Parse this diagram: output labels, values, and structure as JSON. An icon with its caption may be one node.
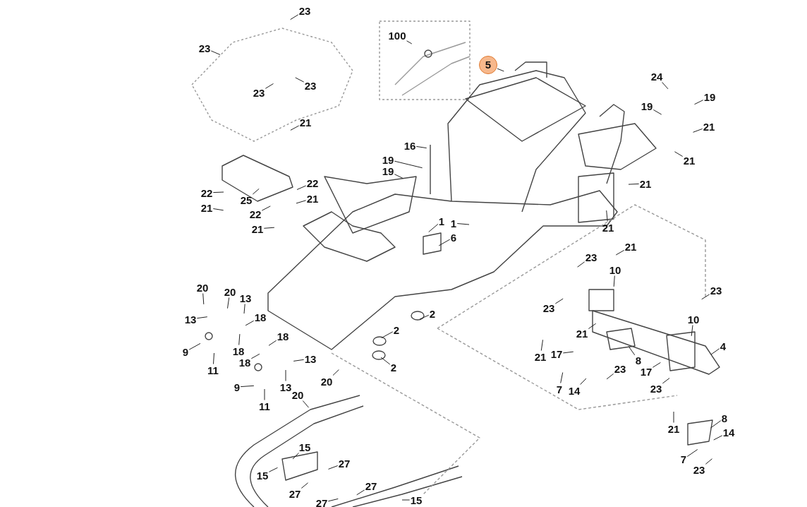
{
  "diagram": {
    "nodes": [
      {
        "text": [
          "23"
        ]
      },
      {
        "text": [
          "23"
        ]
      },
      {
        "text": [
          "23"
        ]
      },
      {
        "text": [
          "23"
        ]
      },
      {
        "text": [
          "21"
        ]
      },
      {
        "text": [
          "22"
        ]
      },
      {
        "text": [
          "21"
        ]
      },
      {
        "text": [
          "25"
        ]
      },
      {
        "text": [
          "22"
        ]
      },
      {
        "text": [
          "21"
        ]
      },
      {
        "text": [
          "22"
        ]
      },
      {
        "text": [
          "21"
        ]
      },
      {
        "text": [
          "100"
        ]
      },
      {
        "text": [
          "5"
        ]
      },
      {
        "text": [
          "24"
        ]
      },
      {
        "text": [
          "19"
        ]
      },
      {
        "text": [
          "19"
        ]
      },
      {
        "text": [
          "21"
        ]
      },
      {
        "text": [
          "21"
        ]
      },
      {
        "text": [
          "21"
        ]
      },
      {
        "text": [
          "21"
        ]
      },
      {
        "text": [
          "16"
        ]
      },
      {
        "text": [
          "19"
        ]
      },
      {
        "text": [
          "19"
        ]
      },
      {
        "text": [
          "1"
        ]
      },
      {
        "text": [
          "1"
        ]
      },
      {
        "text": [
          "6"
        ]
      },
      {
        "text": [
          "23"
        ]
      },
      {
        "text": [
          "21"
        ]
      },
      {
        "text": [
          "10"
        ]
      },
      {
        "text": [
          "23"
        ]
      },
      {
        "text": [
          "23"
        ]
      },
      {
        "text": [
          "10"
        ]
      },
      {
        "text": [
          "4"
        ]
      },
      {
        "text": [
          "21"
        ]
      },
      {
        "text": [
          "8"
        ]
      },
      {
        "text": [
          "21"
        ]
      },
      {
        "text": [
          "17"
        ]
      },
      {
        "text": [
          "17"
        ]
      },
      {
        "text": [
          "7"
        ]
      },
      {
        "text": [
          "14"
        ]
      },
      {
        "text": [
          "23"
        ]
      },
      {
        "text": [
          "23"
        ]
      },
      {
        "text": [
          "21"
        ]
      },
      {
        "text": [
          "8"
        ]
      },
      {
        "text": [
          "14"
        ]
      },
      {
        "text": [
          "7"
        ]
      },
      {
        "text": [
          "23"
        ]
      },
      {
        "text": [
          "20"
        ]
      },
      {
        "text": [
          "20"
        ]
      },
      {
        "text": [
          "13"
        ]
      },
      {
        "text": [
          "13"
        ]
      },
      {
        "text": [
          "18"
        ]
      },
      {
        "text": [
          "9"
        ]
      },
      {
        "text": [
          "18"
        ]
      },
      {
        "text": [
          "11"
        ]
      },
      {
        "text": [
          "18"
        ]
      },
      {
        "text": [
          "18"
        ]
      },
      {
        "text": [
          "13"
        ]
      },
      {
        "text": [
          "9"
        ]
      },
      {
        "text": [
          "13"
        ]
      },
      {
        "text": [
          "20"
        ]
      },
      {
        "text": [
          "20"
        ]
      },
      {
        "text": [
          "11"
        ]
      },
      {
        "text": [
          "2"
        ]
      },
      {
        "text": [
          "2"
        ]
      },
      {
        "text": [
          "2"
        ]
      },
      {
        "text": [
          "15"
        ]
      },
      {
        "text": [
          "15"
        ]
      },
      {
        "text": [
          "27"
        ]
      },
      {
        "text": [
          "27"
        ]
      },
      {
        "text": [
          "27"
        ]
      },
      {
        "text": [
          "27"
        ]
      },
      {
        "text": [
          "15"
        ]
      }
    ],
    "edges": [
      {
        "from": 0,
        "to": null,
        "arrow": "none"
      },
      {
        "from": 1,
        "to": null,
        "arrow": "none"
      },
      {
        "from": 2,
        "to": null,
        "arrow": "none"
      },
      {
        "from": 3,
        "to": null,
        "arrow": "none"
      },
      {
        "from": 4,
        "to": null,
        "arrow": "none"
      },
      {
        "from": 5,
        "to": null,
        "arrow": "none"
      },
      {
        "from": 6,
        "to": null,
        "arrow": "none"
      },
      {
        "from": 7,
        "to": null,
        "arrow": "none"
      },
      {
        "from": 8,
        "to": null,
        "arrow": "none"
      },
      {
        "from": 9,
        "to": null,
        "arrow": "none"
      },
      {
        "from": 10,
        "to": null,
        "arrow": "none"
      },
      {
        "from": 11,
        "to": null,
        "arrow": "none"
      },
      {
        "from": 12,
        "to": null,
        "arrow": "none"
      },
      {
        "from": 13,
        "to": null,
        "arrow": "none"
      },
      {
        "from": 14,
        "to": null,
        "arrow": "none"
      },
      {
        "from": 15,
        "to": null,
        "arrow": "none"
      },
      {
        "from": 16,
        "to": null,
        "arrow": "none"
      },
      {
        "from": 17,
        "to": null,
        "arrow": "none"
      },
      {
        "from": 18,
        "to": null,
        "arrow": "none"
      },
      {
        "from": 19,
        "to": null,
        "arrow": "none"
      },
      {
        "from": 20,
        "to": null,
        "arrow": "none"
      },
      {
        "from": 21,
        "to": null,
        "arrow": "none"
      },
      {
        "from": 22,
        "to": null,
        "arrow": "none"
      },
      {
        "from": 23,
        "to": null,
        "arrow": "none"
      },
      {
        "from": 24,
        "to": null,
        "arrow": "none"
      },
      {
        "from": 25,
        "to": null,
        "arrow": "none"
      },
      {
        "from": 26,
        "to": null,
        "arrow": "none"
      },
      {
        "from": 27,
        "to": null,
        "arrow": "none"
      },
      {
        "from": 28,
        "to": null,
        "arrow": "none"
      },
      {
        "from": 29,
        "to": null,
        "arrow": "none"
      },
      {
        "from": 30,
        "to": null,
        "arrow": "none"
      },
      {
        "from": 31,
        "to": null,
        "arrow": "none"
      },
      {
        "from": 32,
        "to": null,
        "arrow": "none"
      },
      {
        "from": 33,
        "to": null,
        "arrow": "none"
      },
      {
        "from": 34,
        "to": null,
        "arrow": "none"
      },
      {
        "from": 35,
        "to": null,
        "arrow": "none"
      },
      {
        "from": 36,
        "to": null,
        "arrow": "none"
      },
      {
        "from": 37,
        "to": null,
        "arrow": "none"
      },
      {
        "from": 38,
        "to": null,
        "arrow": "none"
      },
      {
        "from": 39,
        "to": null,
        "arrow": "none"
      },
      {
        "from": 40,
        "to": null,
        "arrow": "none"
      },
      {
        "from": 41,
        "to": null,
        "arrow": "none"
      },
      {
        "from": 42,
        "to": null,
        "arrow": "none"
      },
      {
        "from": 43,
        "to": null,
        "arrow": "none"
      },
      {
        "from": 44,
        "to": null,
        "arrow": "none"
      },
      {
        "from": 45,
        "to": null,
        "arrow": "none"
      },
      {
        "from": 46,
        "to": null,
        "arrow": "none"
      },
      {
        "from": 47,
        "to": null,
        "arrow": "none"
      },
      {
        "from": 48,
        "to": null,
        "arrow": "none"
      },
      {
        "from": 49,
        "to": null,
        "arrow": "none"
      },
      {
        "from": 50,
        "to": null,
        "arrow": "none"
      },
      {
        "from": 51,
        "to": null,
        "arrow": "none"
      },
      {
        "from": 52,
        "to": null,
        "arrow": "none"
      },
      {
        "from": 53,
        "to": null,
        "arrow": "none"
      },
      {
        "from": 54,
        "to": null,
        "arrow": "none"
      },
      {
        "from": 55,
        "to": null,
        "arrow": "none"
      },
      {
        "from": 56,
        "to": null,
        "arrow": "none"
      },
      {
        "from": 57,
        "to": null,
        "arrow": "none"
      },
      {
        "from": 58,
        "to": null,
        "arrow": "none"
      },
      {
        "from": 59,
        "to": null,
        "arrow": "none"
      },
      {
        "from": 60,
        "to": null,
        "arrow": "none"
      },
      {
        "from": 61,
        "to": null,
        "arrow": "none"
      },
      {
        "from": 62,
        "to": null,
        "arrow": "none"
      },
      {
        "from": 63,
        "to": null,
        "arrow": "none"
      },
      {
        "from": 64,
        "to": null,
        "arrow": "none"
      },
      {
        "from": 65,
        "to": null,
        "arrow": "none"
      },
      {
        "from": 66,
        "to": null,
        "arrow": "none"
      },
      {
        "from": 67,
        "to": null,
        "arrow": "none"
      },
      {
        "from": 68,
        "to": null,
        "arrow": "none"
      },
      {
        "from": 69,
        "to": null,
        "arrow": "none"
      },
      {
        "from": 70,
        "to": null,
        "arrow": "none"
      },
      {
        "from": 71,
        "to": null,
        "arrow": "none"
      },
      {
        "from": 72,
        "to": null,
        "arrow": "none"
      },
      {
        "from": 73,
        "to": null,
        "arrow": "none"
      }
    ]
  }
}
